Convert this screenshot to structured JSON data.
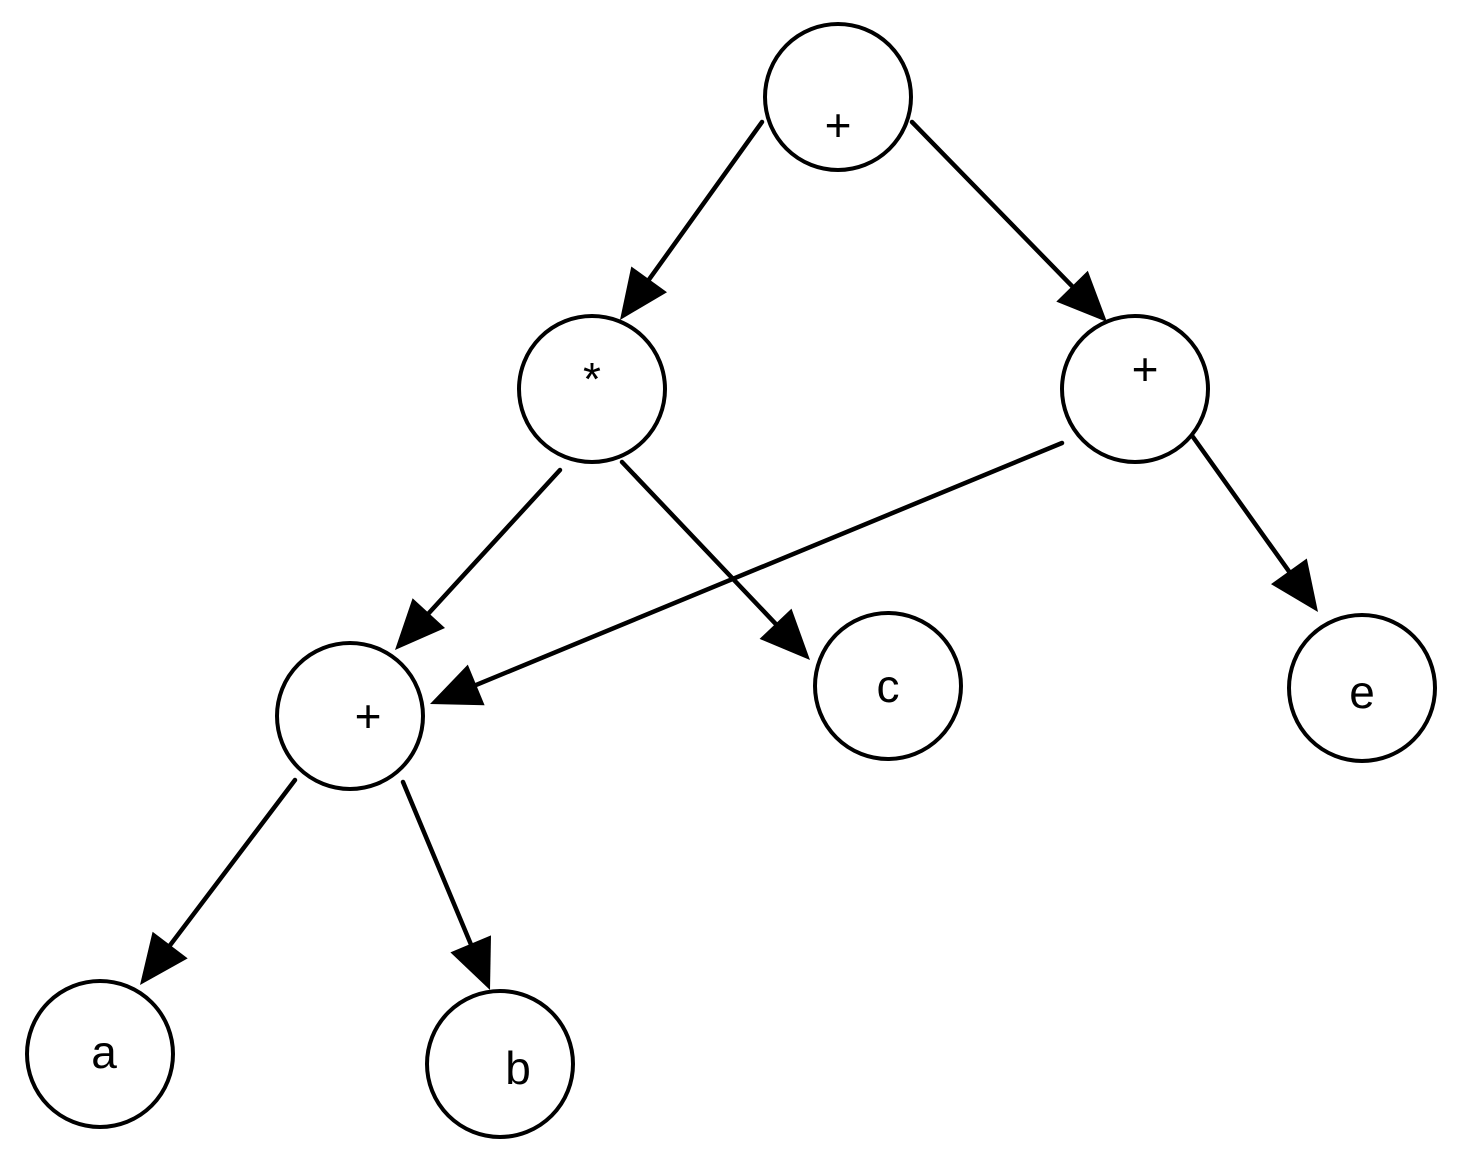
{
  "nodes": [
    {
      "id": "n_root",
      "label": "+"
    },
    {
      "id": "n_mul",
      "label": "*"
    },
    {
      "id": "n_plus_right",
      "label": "+"
    },
    {
      "id": "n_plus_left",
      "label": "+"
    },
    {
      "id": "n_c",
      "label": "c"
    },
    {
      "id": "n_e",
      "label": "e"
    },
    {
      "id": "n_a",
      "label": "a"
    },
    {
      "id": "n_b",
      "label": "b"
    }
  ],
  "edges": [
    {
      "from": "n_root",
      "to": "n_mul"
    },
    {
      "from": "n_root",
      "to": "n_plus_right"
    },
    {
      "from": "n_mul",
      "to": "n_plus_left"
    },
    {
      "from": "n_mul",
      "to": "n_c"
    },
    {
      "from": "n_plus_right",
      "to": "n_plus_left"
    },
    {
      "from": "n_plus_right",
      "to": "n_e"
    },
    {
      "from": "n_plus_left",
      "to": "n_a"
    },
    {
      "from": "n_plus_left",
      "to": "n_b"
    }
  ],
  "colors": {
    "stroke": "#000000",
    "fill": "#ffffff"
  }
}
